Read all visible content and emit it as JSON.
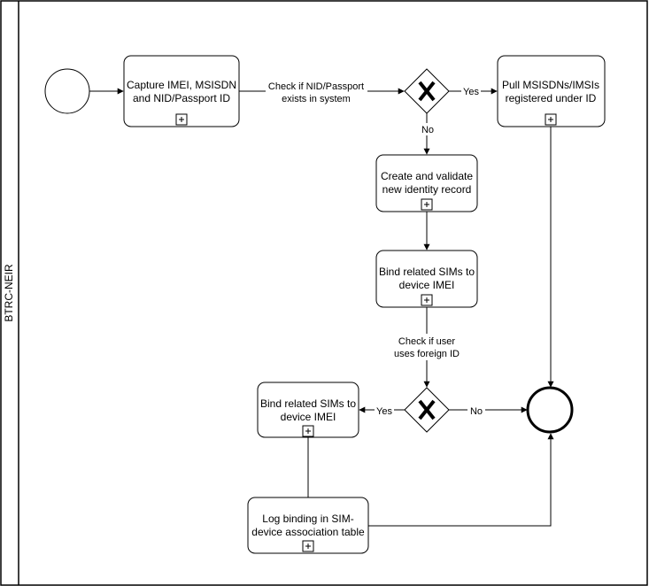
{
  "pool": {
    "lane_label": "BTRC-NEIR"
  },
  "tasks": {
    "capture": {
      "line1": "Capture IMEI, MSISDN",
      "line2": "and NID/Passport ID"
    },
    "pull": {
      "line1": "Pull MSISDNs/IMSIs",
      "line2": "registered under ID"
    },
    "create": {
      "line1": "Create and validate",
      "line2": "new identity record"
    },
    "bind_main": {
      "line1": "Bind related SIMs to",
      "line2": "device IMEI"
    },
    "bind_foreign": {
      "line1": "Bind related SIMs to",
      "line2": "device IMEI"
    },
    "log": {
      "line1": "Log binding in SIM-",
      "line2": "device association table"
    }
  },
  "edges": {
    "check_nid": {
      "line1": "Check if NID/Passport",
      "line2": "exists in system"
    },
    "yes_top": "Yes",
    "no_top": "No",
    "check_foreign": {
      "line1": "Check if user",
      "line2": "uses foreign ID"
    },
    "yes_bottom": "Yes",
    "no_bottom": "No"
  },
  "icons": {
    "subprocess_marker": "plus-square-icon",
    "gateway_marker": "x-cross-icon"
  }
}
